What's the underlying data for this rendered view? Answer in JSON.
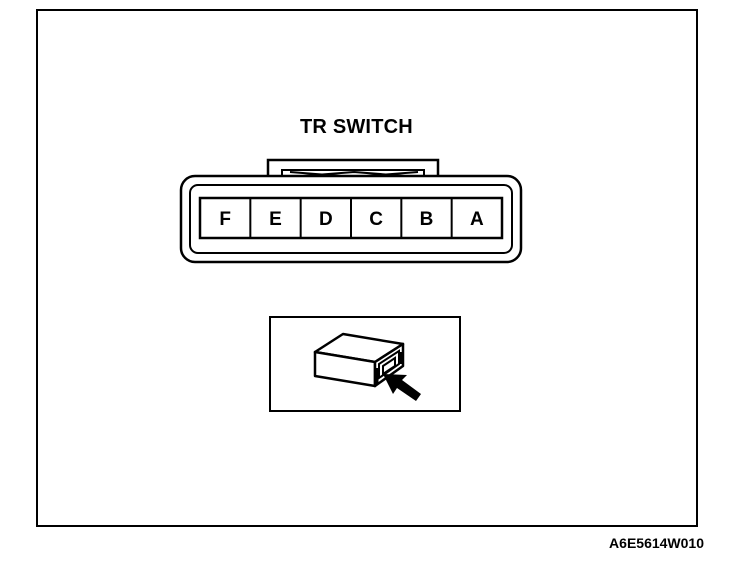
{
  "title": "TR SWITCH",
  "pins": [
    "F",
    "E",
    "D",
    "C",
    "B",
    "A"
  ],
  "figure_code": "A6E5614W010"
}
